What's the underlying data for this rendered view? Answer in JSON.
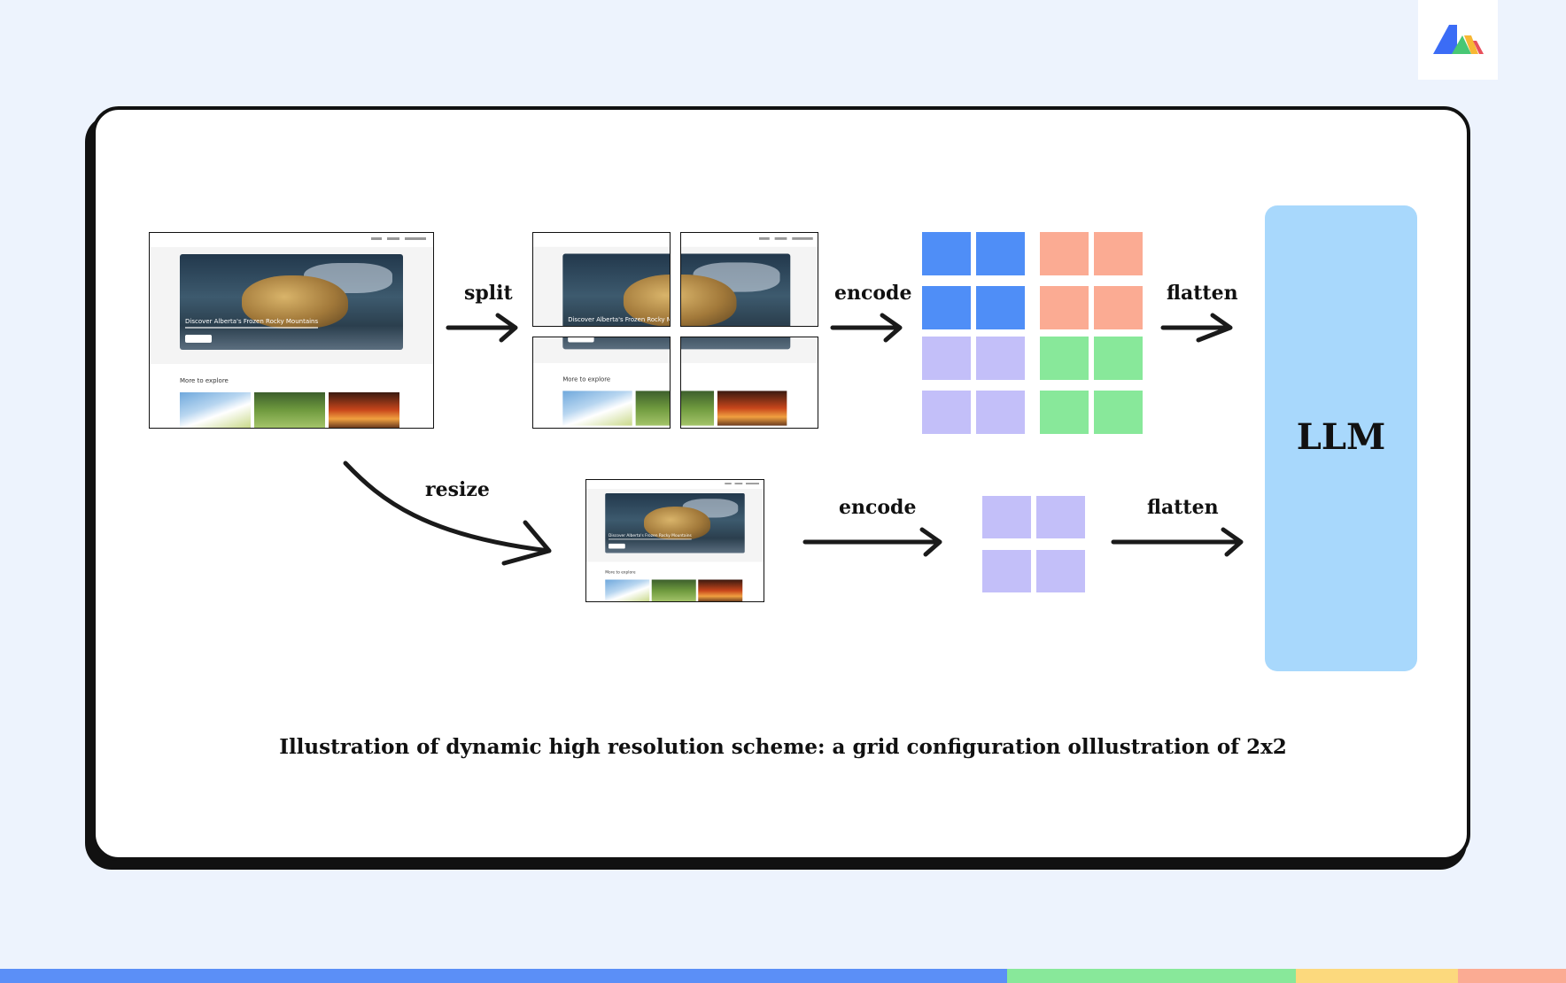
{
  "logo": {
    "icon": "brand-logo-icon",
    "colors": [
      "#3b6cf6",
      "#48c774",
      "#f7b733",
      "#e8505b"
    ]
  },
  "diagram": {
    "labels": {
      "split": "split",
      "encode_top": "encode",
      "flatten_top": "flatten",
      "resize": "resize",
      "encode_bottom": "encode",
      "flatten_bottom": "flatten"
    },
    "llm": "LLM",
    "caption": "Illustration of dynamic high resolution scheme: a grid configuration olllustration  of 2x2",
    "screenshot": {
      "hero_title": "Discover Alberta's Frozen Rocky Mountains",
      "section_title": "More to explore"
    },
    "tile_colors": {
      "blue": "#4f8ef7",
      "salmon": "#fbab93",
      "lavender": "#c3bff9",
      "green": "#88e89a"
    }
  },
  "footer_colors": [
    "#5b8ff7",
    "#88e89a",
    "#fcd97d",
    "#fbab93"
  ]
}
